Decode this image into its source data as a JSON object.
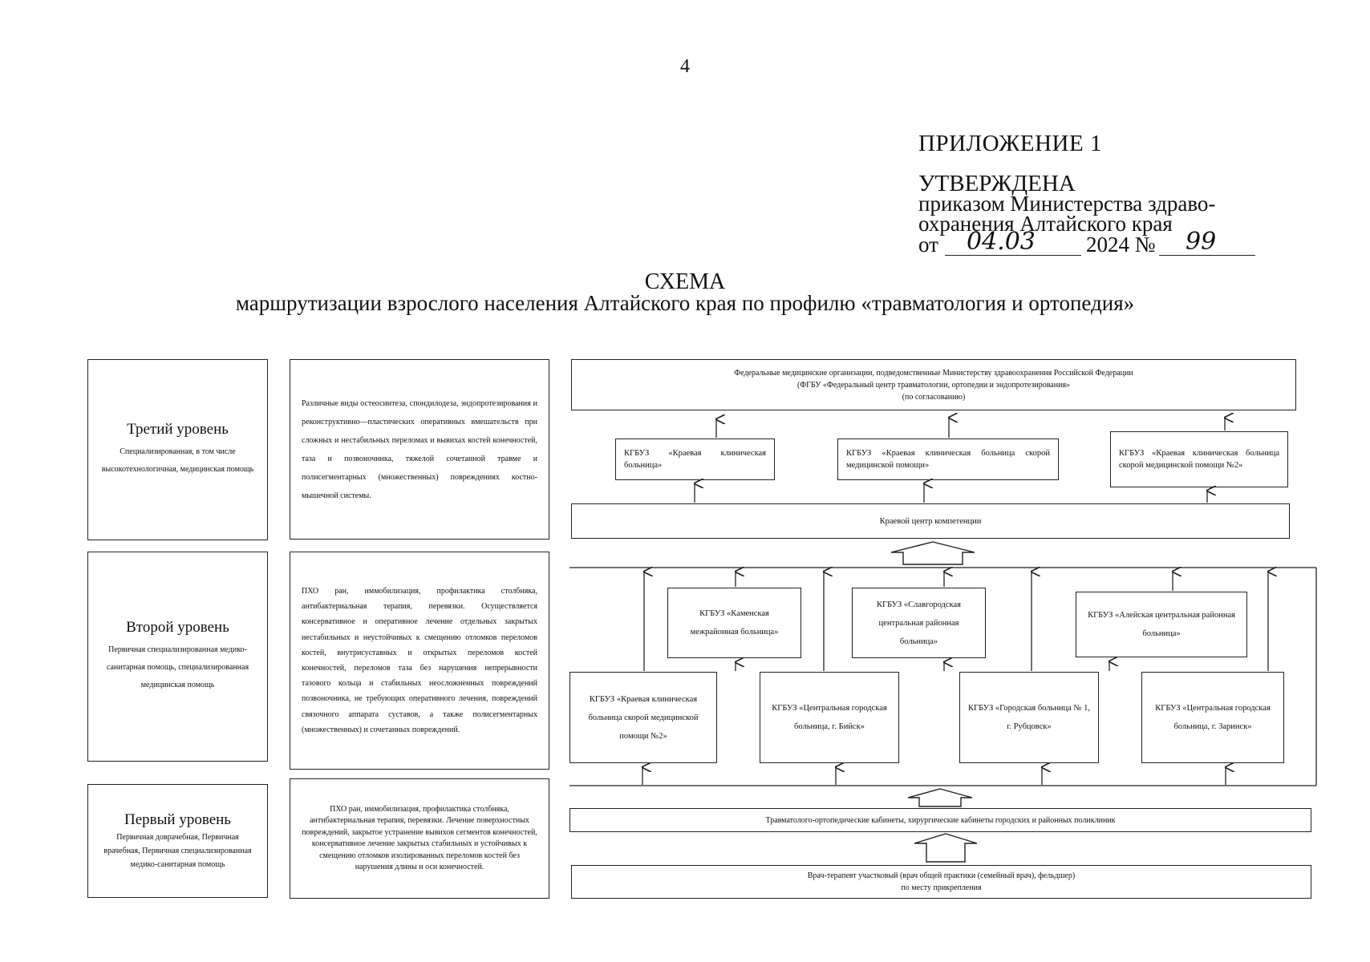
{
  "header": {
    "page_number": "4",
    "appendix": "ПРИЛОЖЕНИЕ 1",
    "approved": "УТВЕРЖДЕНА",
    "order_line1": "приказом Министерства здраво-",
    "order_line2": "охранения Алтайского края",
    "from_label": "от",
    "date_handwritten": "04.03",
    "year_label": "2024 №",
    "number_handwritten": "99"
  },
  "title": {
    "heading": "СХЕМА",
    "subtitle": "маршрутизации взрослого населения Алтайского края по профилю «травматология и ортопедия»"
  },
  "levels": {
    "third": {
      "name": "Третий уровень",
      "desc": "Специализированная, в том числе высокотехнологичная, медицинская помощь",
      "services": "Различные виды остеосинтеза, спондилодеза, эндопротезирования и реконструктивно—пластических оперативных вмешательств при сложных и нестабильных переломах и вывихах костей конечностей, таза и позвоночника, тяжелой сочетанной травме и полисегментарных (множественных) повреждениях костно-мышечной системы."
    },
    "second": {
      "name": "Второй уровень",
      "desc": "Первичная специализированная медико-санитарная помощь, специализированная медицинская помощь",
      "services": "ПХО ран, иммобилизация, профилактика столбняка, антибактериальная терапия, перевязки. Осуществляется консервативное и оперативное лечение отдельных закрытых нестабильных и неустойчивых к смещению отломков переломов костей, внутрисуставных и открытых переломов костей конечностей, переломов таза без нарушения непрерывности тазового кольца и стабильных неосложненных повреждений позвоночника, не требующих оперативного лечения, повреждений связочного аппарата суставов, а также полисегментарных (множественных) и сочетанных повреждений."
    },
    "first": {
      "name": "Первый уровень",
      "desc": "Первичная доврачебная, Первичная врачебная, Первичная специализированная медико-санитарная помощь",
      "services": "ПХО ран, иммобилизация, профилактика столбняка, антибактериальная терапия, перевязки. Лечение поверхностных повреждений, закрытое устранение вывихов сегментов конечностей, консервативное лечение закрытых стабильных и устойчивых к смещению отломков изолированных переломов костей без нарушения длины и оси конечностей."
    }
  },
  "flow": {
    "federal_line1": "Федеральные медицинские организации, подведомственные Министерству здравоохранения Российской Федерации",
    "federal_line2": "(ФГБУ «Федеральный центр травматологии, ортопедии и эндопротезирования»",
    "federal_line3": "(по согласованию)",
    "third_orgs": [
      "КГБУЗ «Краевая клиническая больница»",
      "КГБУЗ «Краевая клиническая больница скорой медицинской помощи»",
      "КГБУЗ «Краевая клиническая больница скорой медицинской помощи №2»"
    ],
    "competence_center": "Краевой центр компетенции",
    "second_upper_orgs": [
      "КГБУЗ «Каменская межрайонная больница»",
      "КГБУЗ «Славгородская центральная районная больница»",
      "КГБУЗ «Алейская центральная районная больница»"
    ],
    "second_lower_orgs": [
      "КГБУЗ «Краевая клиническая больница скорой медицинской помощи №2»",
      "КГБУЗ «Центральная городская больница, г. Бийск»",
      "КГБУЗ «Городская больница № 1, г. Рубцовск»",
      "КГБУЗ «Центральная городская больница, г. Заринск»"
    ],
    "cabinets": "Травматолого-ортопедические кабинеты, хирургические кабинеты городских и районных поликлиник",
    "therapist_line1": "Врач-терапевт участковый (врач общей практики (семейный врач), фельдшер)",
    "therapist_line2": "по месту прикрепления"
  }
}
